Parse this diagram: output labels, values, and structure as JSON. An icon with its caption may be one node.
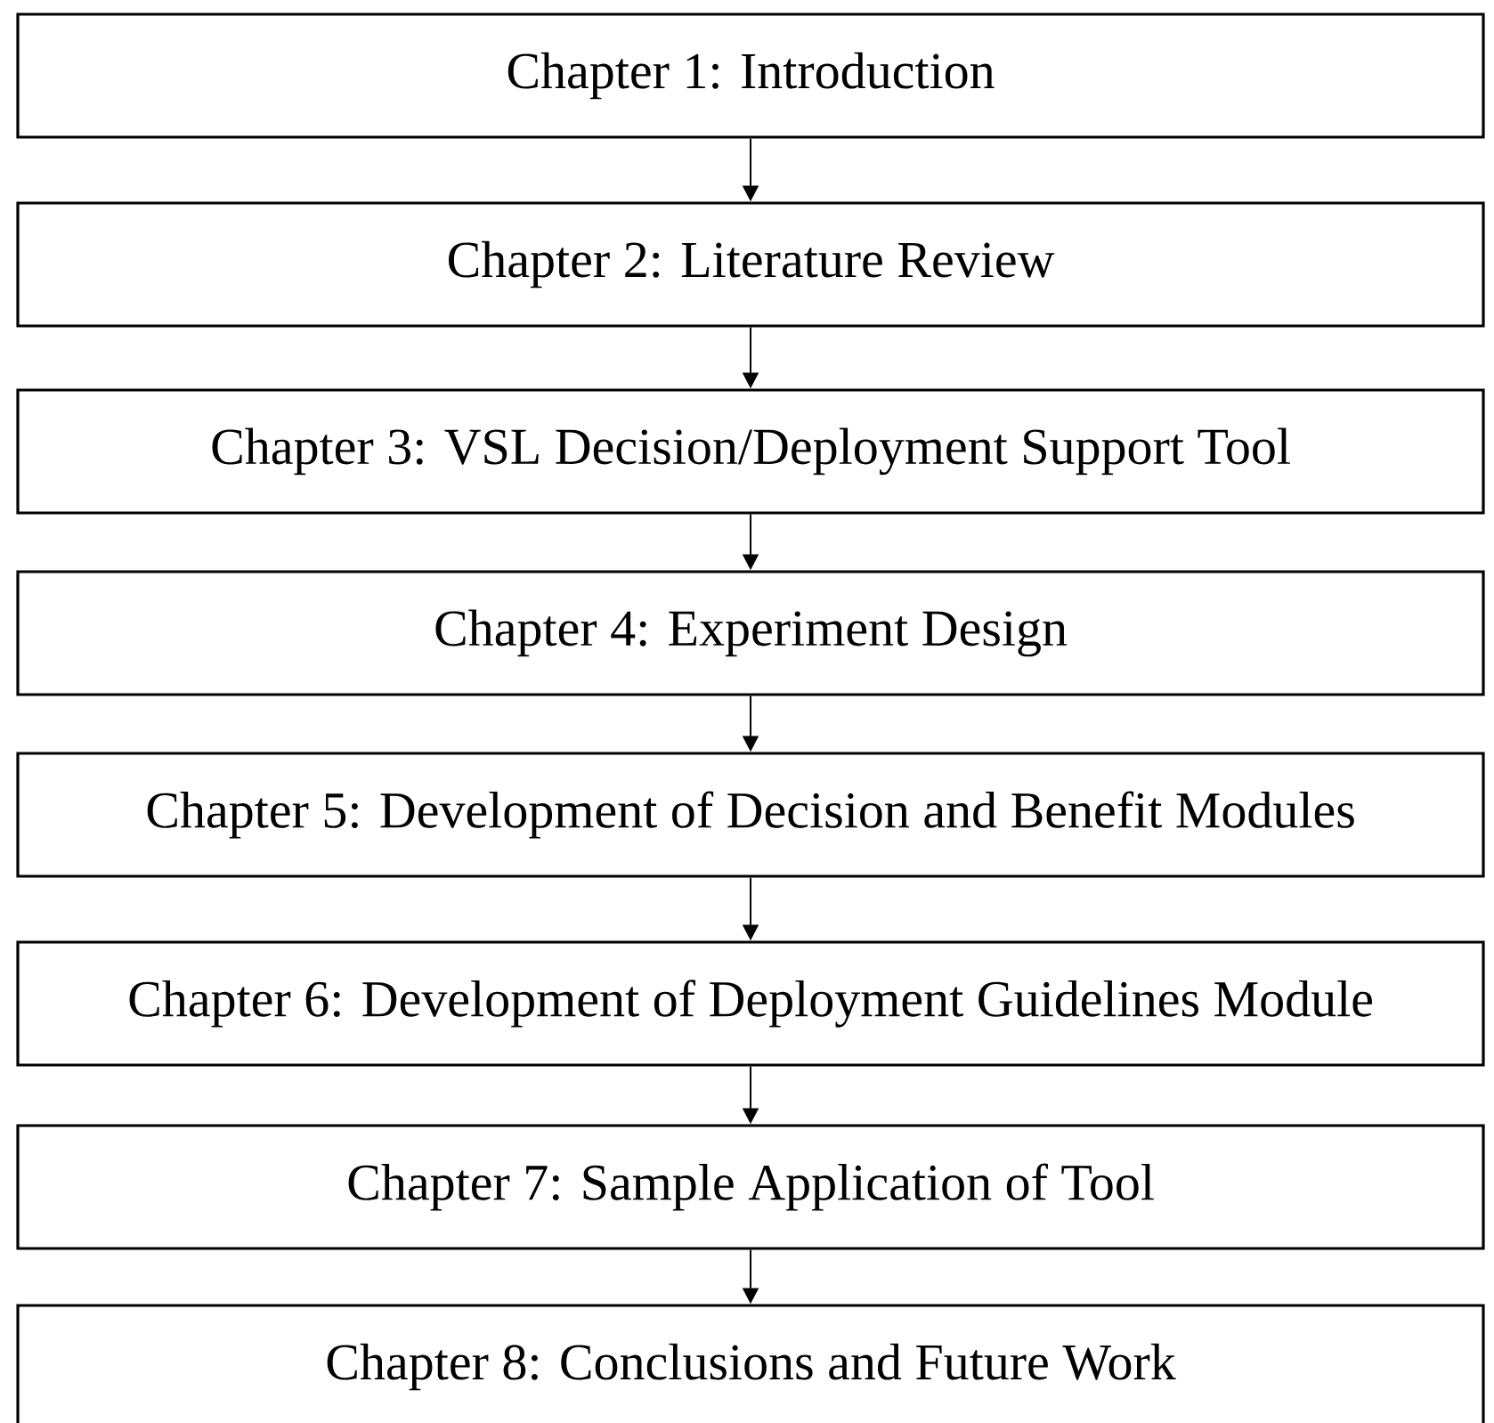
{
  "diagram": {
    "nodes": [
      {
        "text": [
          "Chapter 1: Introduction"
        ]
      },
      {
        "text": [
          "Chapter 2: Literature Review"
        ]
      },
      {
        "text": [
          "Chapter 3: VSL Decision/Deployment Support Tool"
        ]
      },
      {
        "text": [
          "Chapter 4: Experiment Design"
        ]
      },
      {
        "text": [
          "Chapter 5: Development of Decision and Benefit Modules"
        ]
      },
      {
        "text": [
          "Chapter 6: Development of Deployment Guidelines Module"
        ]
      },
      {
        "text": [
          "Chapter 7: Sample Application of Tool"
        ]
      },
      {
        "text": [
          "Chapter 8: Conclusions and Future Work"
        ]
      }
    ],
    "edges": [
      {
        "from": 0,
        "to": 1,
        "arrow": "to"
      },
      {
        "from": 1,
        "to": 2,
        "arrow": "to"
      },
      {
        "from": 2,
        "to": 3,
        "arrow": "to"
      },
      {
        "from": 3,
        "to": 4,
        "arrow": "to"
      },
      {
        "from": 4,
        "to": 5,
        "arrow": "to"
      },
      {
        "from": 5,
        "to": 6,
        "arrow": "to"
      },
      {
        "from": 6,
        "to": 7,
        "arrow": "to"
      }
    ]
  }
}
